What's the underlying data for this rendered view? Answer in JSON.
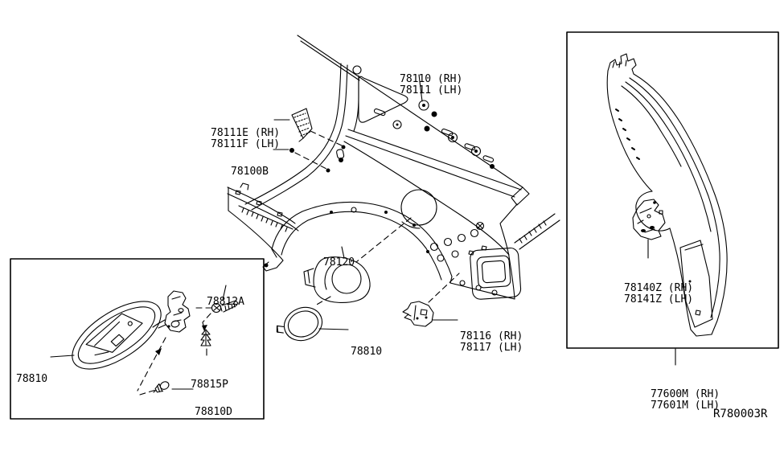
{
  "title": "Rear fender and fitting parts diagram",
  "colors": {
    "background": "#ffffff",
    "line": "#000000",
    "text": "#000000"
  },
  "labels": {
    "p78110": {
      "l1": "78110 (RH)",
      "l2": "78111 (LH)"
    },
    "p78111e": {
      "l1": "78111E (RH)",
      "l2": "78111F (LH)"
    },
    "p78100b": {
      "l1": "78100B"
    },
    "p78120": {
      "l1": "78120"
    },
    "p78810_main": {
      "l1": "78810"
    },
    "p78116": {
      "l1": "78116 (RH)",
      "l2": "78117 (LH)"
    },
    "p78812a": {
      "l1": "78812A"
    },
    "p78810_inset": {
      "l1": "78810"
    },
    "p78815p": {
      "l1": "78815P"
    },
    "p78810d": {
      "l1": "78810D"
    },
    "p78140z": {
      "l1": "78140Z (RH)",
      "l2": "78141Z (LH)"
    },
    "p77600m": {
      "l1": "77600M (RH)",
      "l2": "77601M (LH)"
    },
    "ref_code": "R780003R"
  }
}
